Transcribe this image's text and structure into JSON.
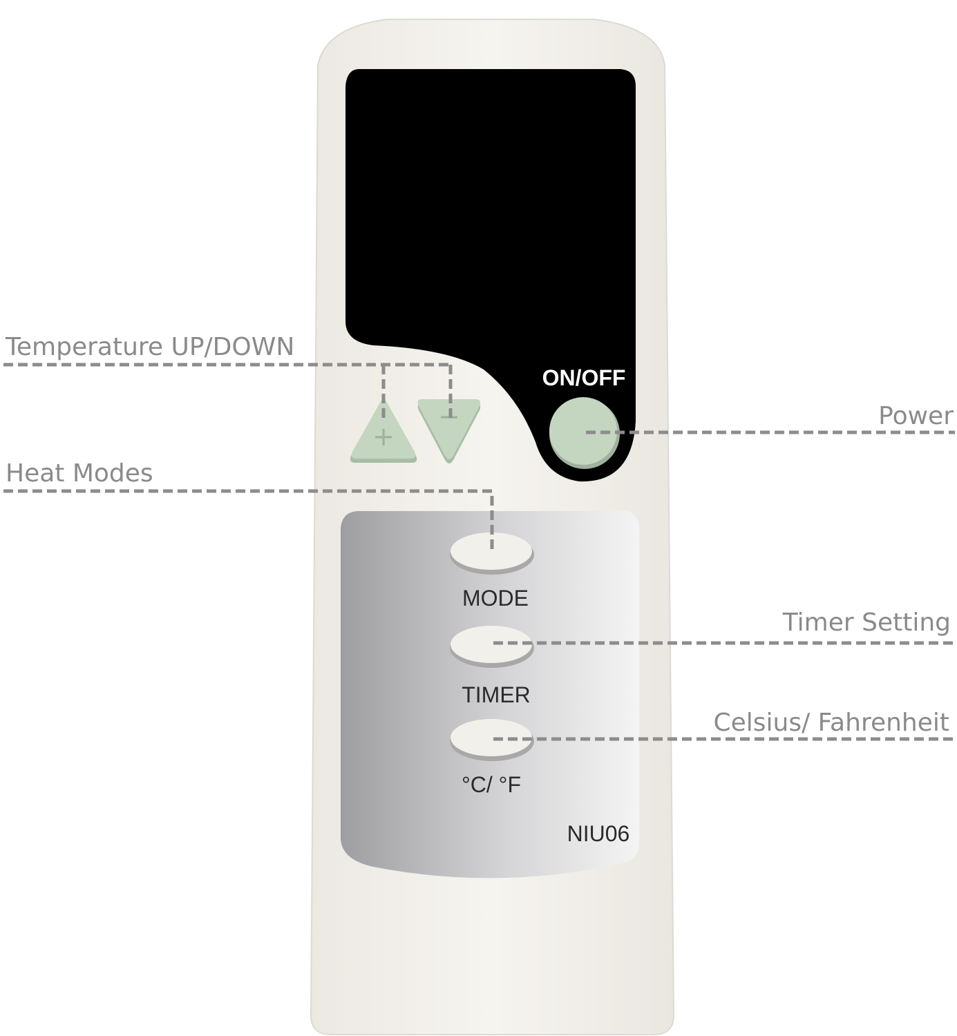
{
  "remote": {
    "power_button_label": "ON/OFF",
    "mode_button_label": "MODE",
    "timer_button_label": "TIMER",
    "unit_button_label": "°C/ °F",
    "model": "NIU06",
    "temp_up_symbol": "+",
    "temp_down_symbol": "−"
  },
  "callouts": {
    "temperature": "Temperature UP/DOWN",
    "heat_modes": "Heat Modes",
    "power": "Power",
    "timer": "Timer Setting",
    "units": "Celsius/ Fahrenheit"
  },
  "colors": {
    "body": "#f4f2ec",
    "display": "#000000",
    "key_green": "#c4d6c0",
    "key_oval": "#f2f0ea",
    "leader": "#8c8c8c"
  }
}
